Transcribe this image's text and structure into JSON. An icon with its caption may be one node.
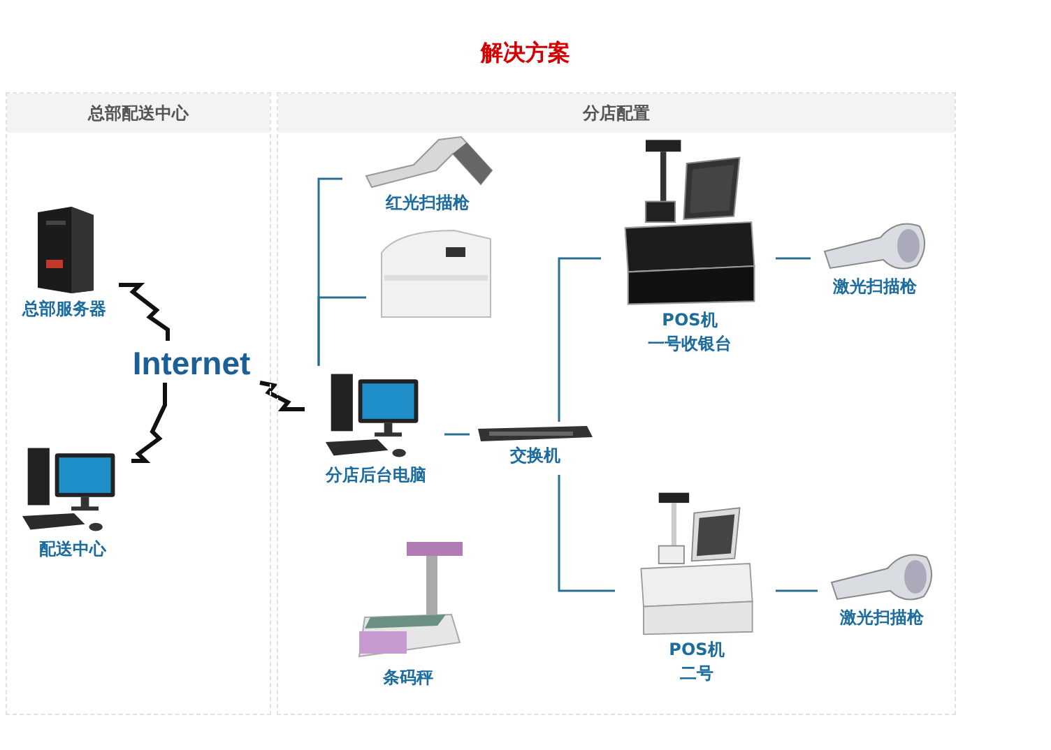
{
  "diagram": {
    "title": "解决方案",
    "nodes": [
      {
        "text": [
          "总部配送中心"
        ]
      },
      {
        "text": [
          "分店配置"
        ]
      },
      {
        "text": [
          "总部服务器"
        ],
        "in": 0
      },
      {
        "text": [
          "Internet"
        ],
        "in": 0
      },
      {
        "text": [
          "配送中心"
        ],
        "in": 0
      },
      {
        "text": [
          "红光扫描枪"
        ],
        "in": 1
      },
      {
        "text": [],
        "shape": "picture",
        "in": 1
      },
      {
        "text": [
          "分店后台电脑"
        ],
        "in": 1
      },
      {
        "text": [
          "条码秤"
        ],
        "in": 1
      },
      {
        "text": [
          "交换机"
        ],
        "in": 1
      },
      {
        "text": [
          "POS机",
          "一号收银台"
        ],
        "in": 1
      },
      {
        "text": [
          "激光扫描枪"
        ],
        "in": 1
      },
      {
        "text": [
          "POS机",
          "二号"
        ],
        "in": 1
      },
      {
        "text": [
          "激光扫描枪"
        ],
        "in": 1
      }
    ],
    "edges": [
      {
        "from": 2,
        "to": 3,
        "arrow": "none",
        "style": "thick",
        "color": "#111111"
      },
      {
        "from": 4,
        "to": 3,
        "arrow": "none",
        "style": "thick",
        "color": "#111111"
      },
      {
        "from": 3,
        "to": 7,
        "arrow": "none",
        "style": "thick",
        "color": "#111111"
      },
      {
        "from": 7,
        "to": 5,
        "arrow": "none"
      },
      {
        "from": 7,
        "to": 6,
        "arrow": "none"
      },
      {
        "from": 7,
        "to": 9,
        "arrow": "none"
      },
      {
        "from": 9,
        "to": 10,
        "arrow": "none"
      },
      {
        "from": 9,
        "to": 12,
        "arrow": "none"
      },
      {
        "from": 10,
        "to": 11,
        "arrow": "none"
      },
      {
        "from": 12,
        "to": 13,
        "arrow": "none"
      }
    ]
  }
}
